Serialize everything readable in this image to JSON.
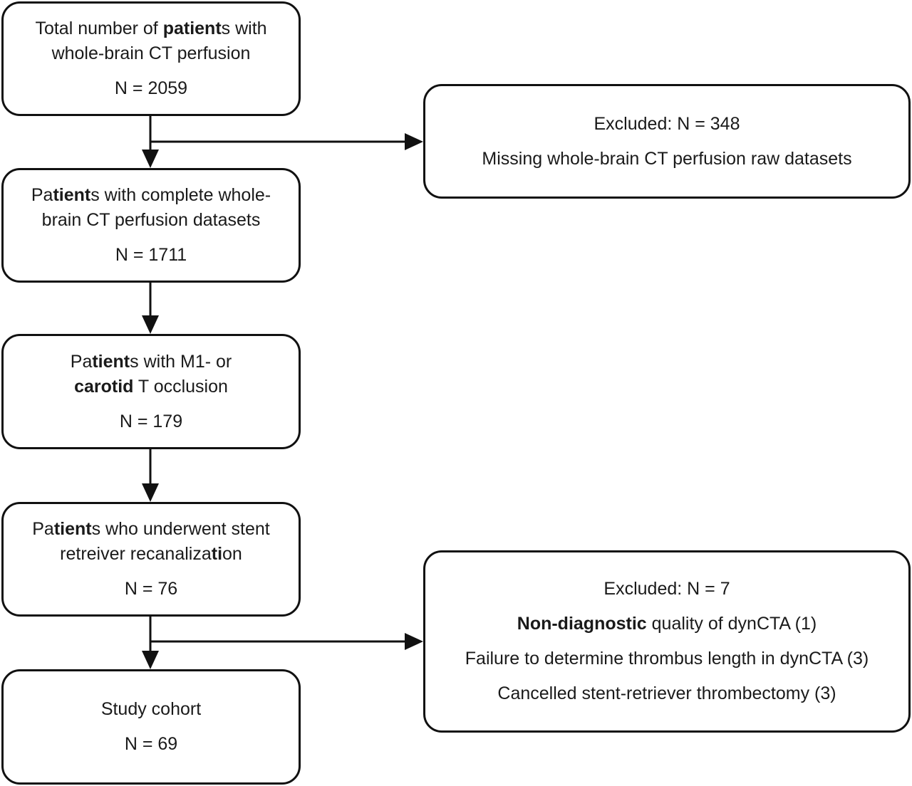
{
  "diagram": {
    "nodes": [
      {
        "id": "total",
        "lines": [
          [
            {
              "t": "Total number of "
            },
            {
              "t": "patient",
              "b": true
            },
            {
              "t": "s with"
            }
          ],
          [
            {
              "t": "whole-brain CT perfusion"
            }
          ]
        ],
        "count": "N = 2059"
      },
      {
        "id": "complete",
        "lines": [
          [
            {
              "t": "Pa"
            },
            {
              "t": "tient",
              "b": true
            },
            {
              "t": "s with complete whole-"
            }
          ],
          [
            {
              "t": "brain CT perfusion datasets"
            }
          ]
        ],
        "count": "N = 1711"
      },
      {
        "id": "occlusion",
        "lines": [
          [
            {
              "t": "Pa"
            },
            {
              "t": "tient",
              "b": true
            },
            {
              "t": "s with M1- or"
            }
          ],
          [
            {
              "t": "carotid",
              "b": true
            },
            {
              "t": " T occlusion"
            }
          ]
        ],
        "count": "N = 179"
      },
      {
        "id": "stent",
        "lines": [
          [
            {
              "t": "Pa"
            },
            {
              "t": "tient",
              "b": true
            },
            {
              "t": "s who underwent stent"
            }
          ],
          [
            {
              "t": "retreiver recanaliza"
            },
            {
              "t": "ti",
              "b": true
            },
            {
              "t": "on"
            }
          ]
        ],
        "count": "N = 76"
      },
      {
        "id": "cohort",
        "lines": [
          [
            {
              "t": "Study cohort"
            }
          ]
        ],
        "count": "N = 69"
      }
    ],
    "exclusions": [
      {
        "id": "excl1",
        "title": "Excluded: N = 348",
        "reasons": [
          [
            {
              "t": "Missing whole-brain CT perfusion raw datasets"
            }
          ]
        ]
      },
      {
        "id": "excl2",
        "title": "Excluded: N = 7",
        "reasons": [
          [
            {
              "t": "Non-diagnostic",
              "b": true
            },
            {
              "t": " quality of dynCTA (1)"
            }
          ],
          [
            {
              "t": "Failure to determine thrombus length in dynCTA (3)"
            }
          ],
          [
            {
              "t": "Cancelled stent-retriever thrombectomy (3)"
            }
          ]
        ]
      }
    ]
  }
}
